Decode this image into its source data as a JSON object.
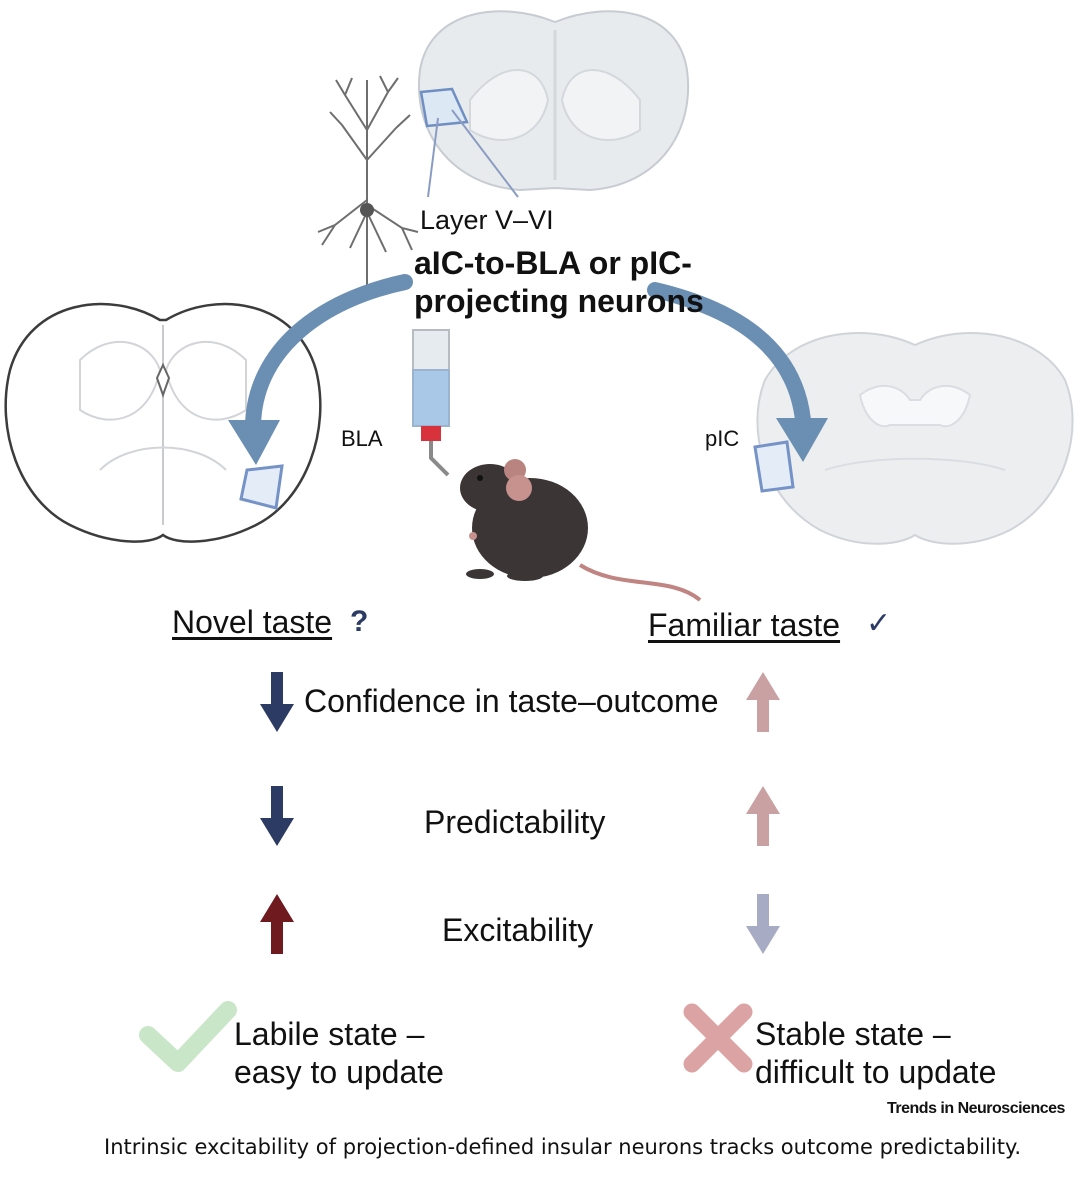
{
  "top_label": {
    "layer": "Layer V–VI",
    "projection": "aIC-to-BLA or pIC-projecting neurons"
  },
  "regions": {
    "left": "BLA",
    "right": "pIC"
  },
  "conditions": {
    "novel": "Novel taste",
    "novel_symbol": "?",
    "familiar": "Familiar taste",
    "familiar_symbol": "✓"
  },
  "rows": [
    {
      "label": "Confidence in taste–outcome",
      "novel": "down",
      "familiar": "up"
    },
    {
      "label": "Predictability",
      "novel": "down",
      "familiar": "up"
    },
    {
      "label": "Excitability",
      "novel": "up",
      "familiar": "down"
    }
  ],
  "outcomes": {
    "labile_line1": "Labile state –",
    "labile_line2": "easy to update",
    "stable_line1": "Stable state –",
    "stable_line2": "difficult to update"
  },
  "brand": "Trends in Neurosciences",
  "caption": "Intrinsic excitability of projection-defined insular neurons tracks outcome predictability.",
  "colors": {
    "navy": "#2c3b63",
    "dark_red": "#6e1a1f",
    "pink": "#caa1a3",
    "lavender": "#a7abc3",
    "green_check": "#c9e6c8",
    "red_x": "#dca3a4",
    "blue_arrow": "#6b8fb3",
    "mouse": "#3b3536"
  }
}
